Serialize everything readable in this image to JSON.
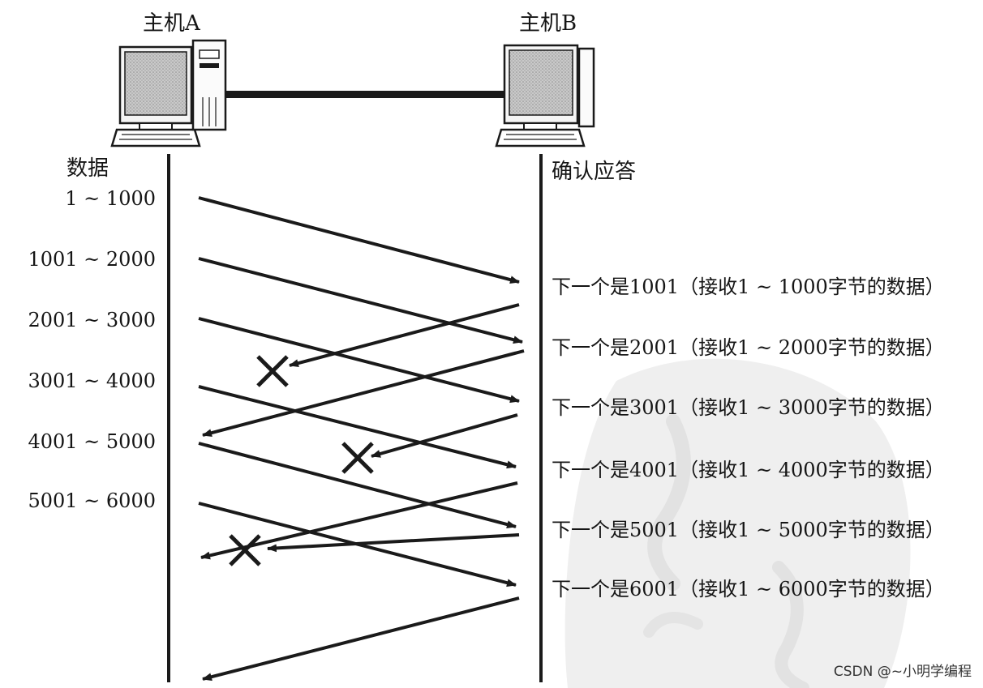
{
  "host_a": "主机A",
  "host_b": "主机B",
  "sender_header": "数据",
  "receiver_header": "确认应答",
  "segments": [
    "1 ~ 1000",
    "1001 ~ 2000",
    "2001 ~ 3000",
    "3001 ~ 4000",
    "4001 ~ 5000",
    "5001 ~ 6000"
  ],
  "acks": [
    "下一个是1001（接收1 ~ 1000字节的数据）",
    "下一个是2001（接收1 ~ 2000字节的数据）",
    "下一个是3001（接收1 ~ 3000字节的数据）",
    "下一个是4001（接收1 ~ 4000字节的数据）",
    "下一个是5001（接收1 ~ 5000字节的数据）",
    "下一个是6001（接收1 ~ 6000字节的数据）"
  ],
  "lost_acks": [
    1,
    3,
    5
  ],
  "watermark": "CSDN @~小明学编程",
  "colors": {
    "line": "#1a1a1a",
    "screen": "#bdbdbd",
    "ghost": "#ececec"
  }
}
